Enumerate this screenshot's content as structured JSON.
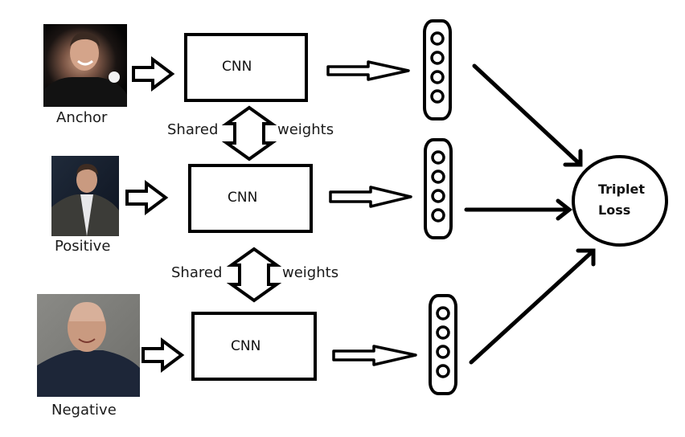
{
  "diagram": {
    "type": "triplet-network",
    "branches": [
      {
        "input_label": "Anchor",
        "network_label": "CNN",
        "embedding_units": 4,
        "photo_description": "man smiling, dark background"
      },
      {
        "input_label": "Positive",
        "network_label": "CNN",
        "embedding_units": 4,
        "photo_description": "same man speaking, dark suit"
      },
      {
        "input_label": "Negative",
        "network_label": "CNN",
        "embedding_units": 4,
        "photo_description": "bald man, navy shirt, concrete wall"
      }
    ],
    "shared_links": [
      {
        "left": "Shared",
        "right": "weights"
      },
      {
        "left": "Shared",
        "right": "weights"
      }
    ],
    "loss": {
      "line1": "Triplet",
      "line2": "Loss"
    }
  },
  "colors": {
    "stroke": "#000000",
    "background": "#ffffff",
    "label": "#1a1a1a"
  }
}
